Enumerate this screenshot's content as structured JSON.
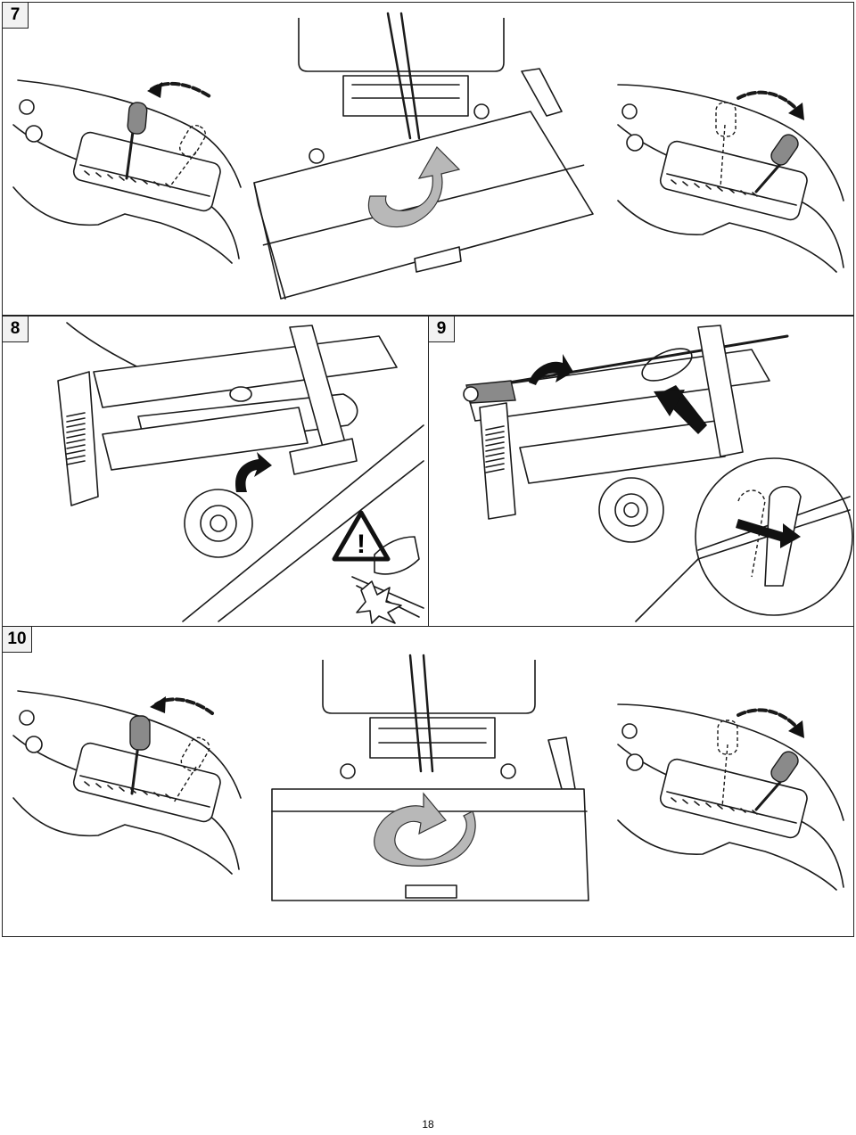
{
  "steps": [
    {
      "label": "7"
    },
    {
      "label": "8"
    },
    {
      "label": "9"
    },
    {
      "label": "10"
    }
  ],
  "page": {
    "number": "18"
  },
  "icons": {
    "warning": "warning-triangle-icon",
    "curved_arrow": "curved-arrow-icon",
    "rotate": "rotate-arrow-icon"
  }
}
